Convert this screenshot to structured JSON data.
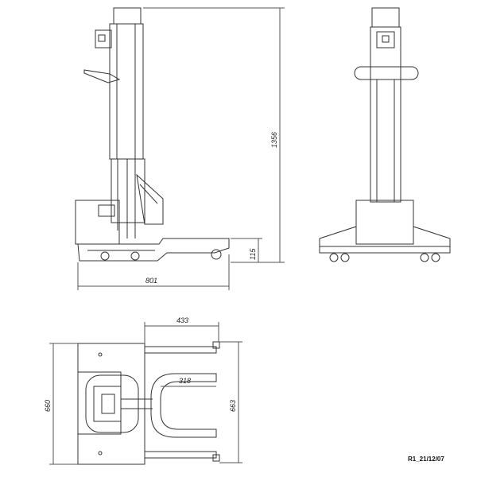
{
  "dimensions": {
    "side_total_height": "1356",
    "side_base_height": "115",
    "side_length": "801",
    "top_width": "433",
    "top_inner_width": "318",
    "top_depth_outer": "660",
    "top_depth_inner": "663"
  },
  "revision": "R1_21/12/07",
  "colors": {
    "line": "#333333",
    "dim_line": "#555555"
  }
}
